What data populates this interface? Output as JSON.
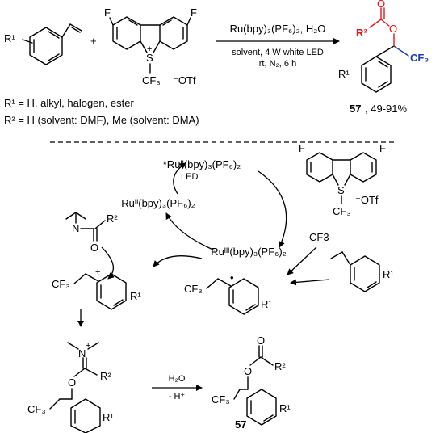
{
  "reaction": {
    "reagent_top": "Ru(bpy)₃(PF₆)₂, H₂O",
    "reagent_bottom_1": "solvent, 4 W white LED",
    "reagent_bottom_2": "rt, N₂, 6 h",
    "r1_def": "R¹ = H, alkyl, halogen, ester",
    "r2_def": "R² = H (solvent: DMF), Me (solvent: DMA)",
    "product_num": "57",
    "product_yield": ", 49-91%",
    "plus": "+"
  },
  "atoms": {
    "F": "F",
    "S": "S",
    "CF3": "CF₃",
    "CF3_label": "CF₃",
    "OTf": "⁻OTf",
    "OTf2": "⁻OTf",
    "O": "O",
    "R1": "R¹",
    "R2": "R²",
    "N": "N",
    "plus": "+",
    "radical": "•"
  },
  "cycle": {
    "ru_star": "*Ruᴵᴵ(bpy)₃(PF₆)₂",
    "ru_ii": "Ruᴵᴵ(bpy)₃(PF₆)₂",
    "ru_iii": "Ruᴵᴵᴵ(bpy)₃(PF₆)₂",
    "led": "LED",
    "cf3_radical": "CF3",
    "water": "H₂O",
    "minus_h": "- H⁺",
    "final_num": "57"
  },
  "colors": {
    "red": "#e8141b",
    "blue": "#1e3fb5"
  }
}
